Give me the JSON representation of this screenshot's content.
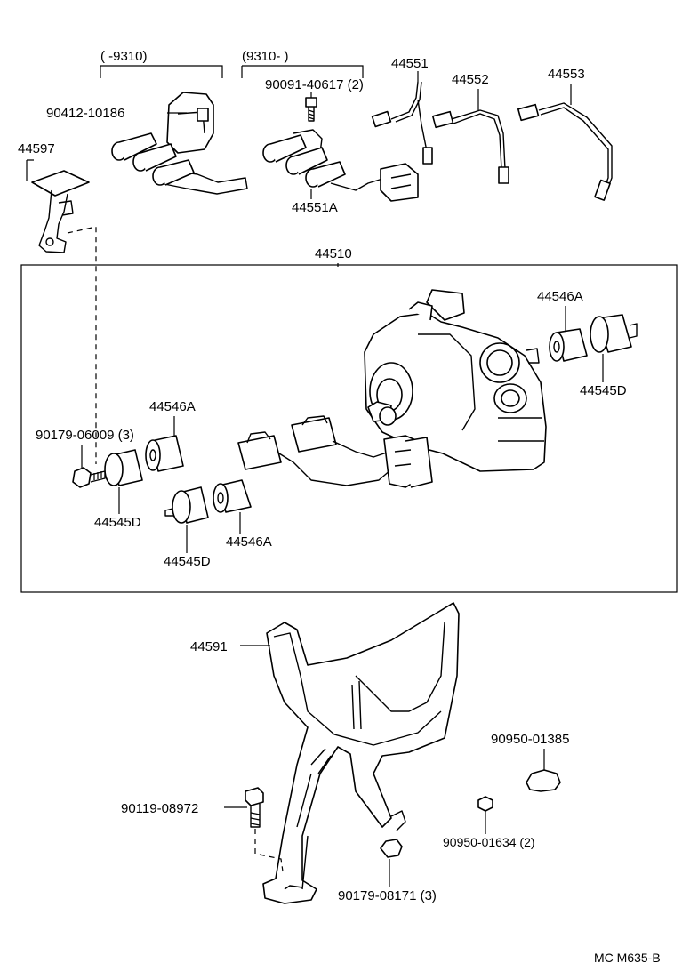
{
  "labels": {
    "range_before": "(       -9310)",
    "range_after": "(9310-        )",
    "p90412": "90412-10186",
    "p90091": "90091-40617 (2)",
    "p44597": "44597",
    "p44551A": "44551A",
    "p44551": "44551",
    "p44552": "44552",
    "p44553": "44553",
    "p44510": "44510",
    "p44546A_right": "44546A",
    "p44545D_right": "44545D",
    "p44546A_left": "44546A",
    "p90179_06009": "90179-06009 (3)",
    "p44545D_left": "44545D",
    "p44546A_bottom": "44546A",
    "p44545D_bottom": "44545D",
    "p44591": "44591",
    "p90950_01385": "90950-01385",
    "p90119": "90119-08972",
    "p90950_01634": "90950-01634 (2)",
    "p90179_08171": "90179-08171 (3)",
    "diagram_code": "MC M635-B"
  }
}
